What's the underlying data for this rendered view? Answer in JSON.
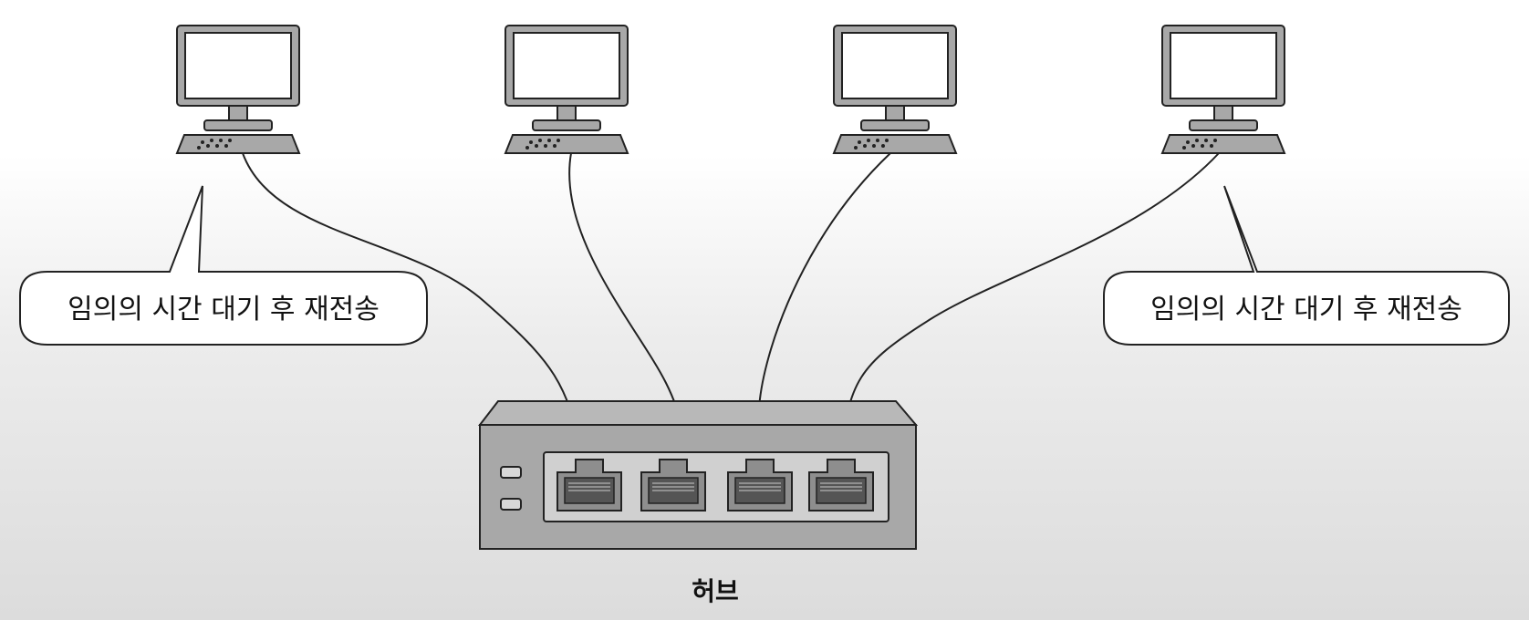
{
  "diagram": {
    "computers": [
      {
        "id": "pc-1"
      },
      {
        "id": "pc-2"
      },
      {
        "id": "pc-3"
      },
      {
        "id": "pc-4"
      }
    ],
    "bubbles": [
      {
        "text": "임의의 시간 대기 후 재전송"
      },
      {
        "text": "임의의 시간 대기 후 재전송"
      }
    ],
    "hub": {
      "label": "허브",
      "ports": 4,
      "indicator_leds": 2
    },
    "colors": {
      "stroke": "#222222",
      "device_fill": "#a8a8a8",
      "screen_fill": "#ffffff",
      "panel_fill": "#d0d0d0",
      "bubble_fill": "#ffffff"
    }
  }
}
